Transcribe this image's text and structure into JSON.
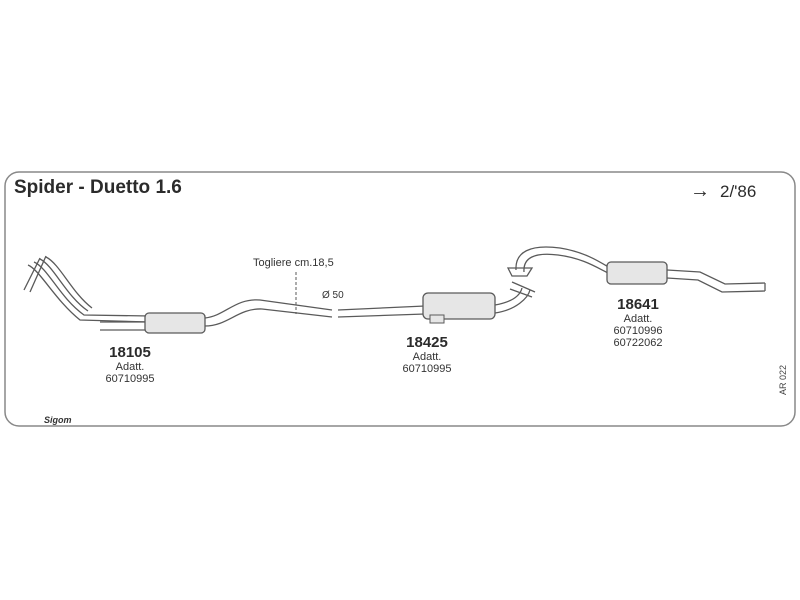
{
  "header": {
    "title": "Spider - Duetto 1.6",
    "date_arrow": "→",
    "date": "2/'86"
  },
  "parts": [
    {
      "code": "18105",
      "adapt_label": "Adatt.",
      "adapt_codes": [
        "60710995"
      ]
    },
    {
      "code": "18425",
      "adapt_label": "Adatt.",
      "adapt_codes": [
        "60710995"
      ]
    },
    {
      "code": "18641",
      "adapt_label": "Adatt.",
      "adapt_codes": [
        "60710996",
        "60722062"
      ]
    }
  ],
  "annotations": {
    "cut_note": "Togliere cm.18,5",
    "diameter": "Ø 50"
  },
  "reference": "AR 022",
  "logo_text": "Sigom",
  "icons": {
    "date_arrow": "right-arrow-icon",
    "logo": "sigom-logo-icon"
  },
  "colors": {
    "line": "#5a5a5a",
    "muffler_fill": "#e6e6e6",
    "border": "#888888"
  }
}
